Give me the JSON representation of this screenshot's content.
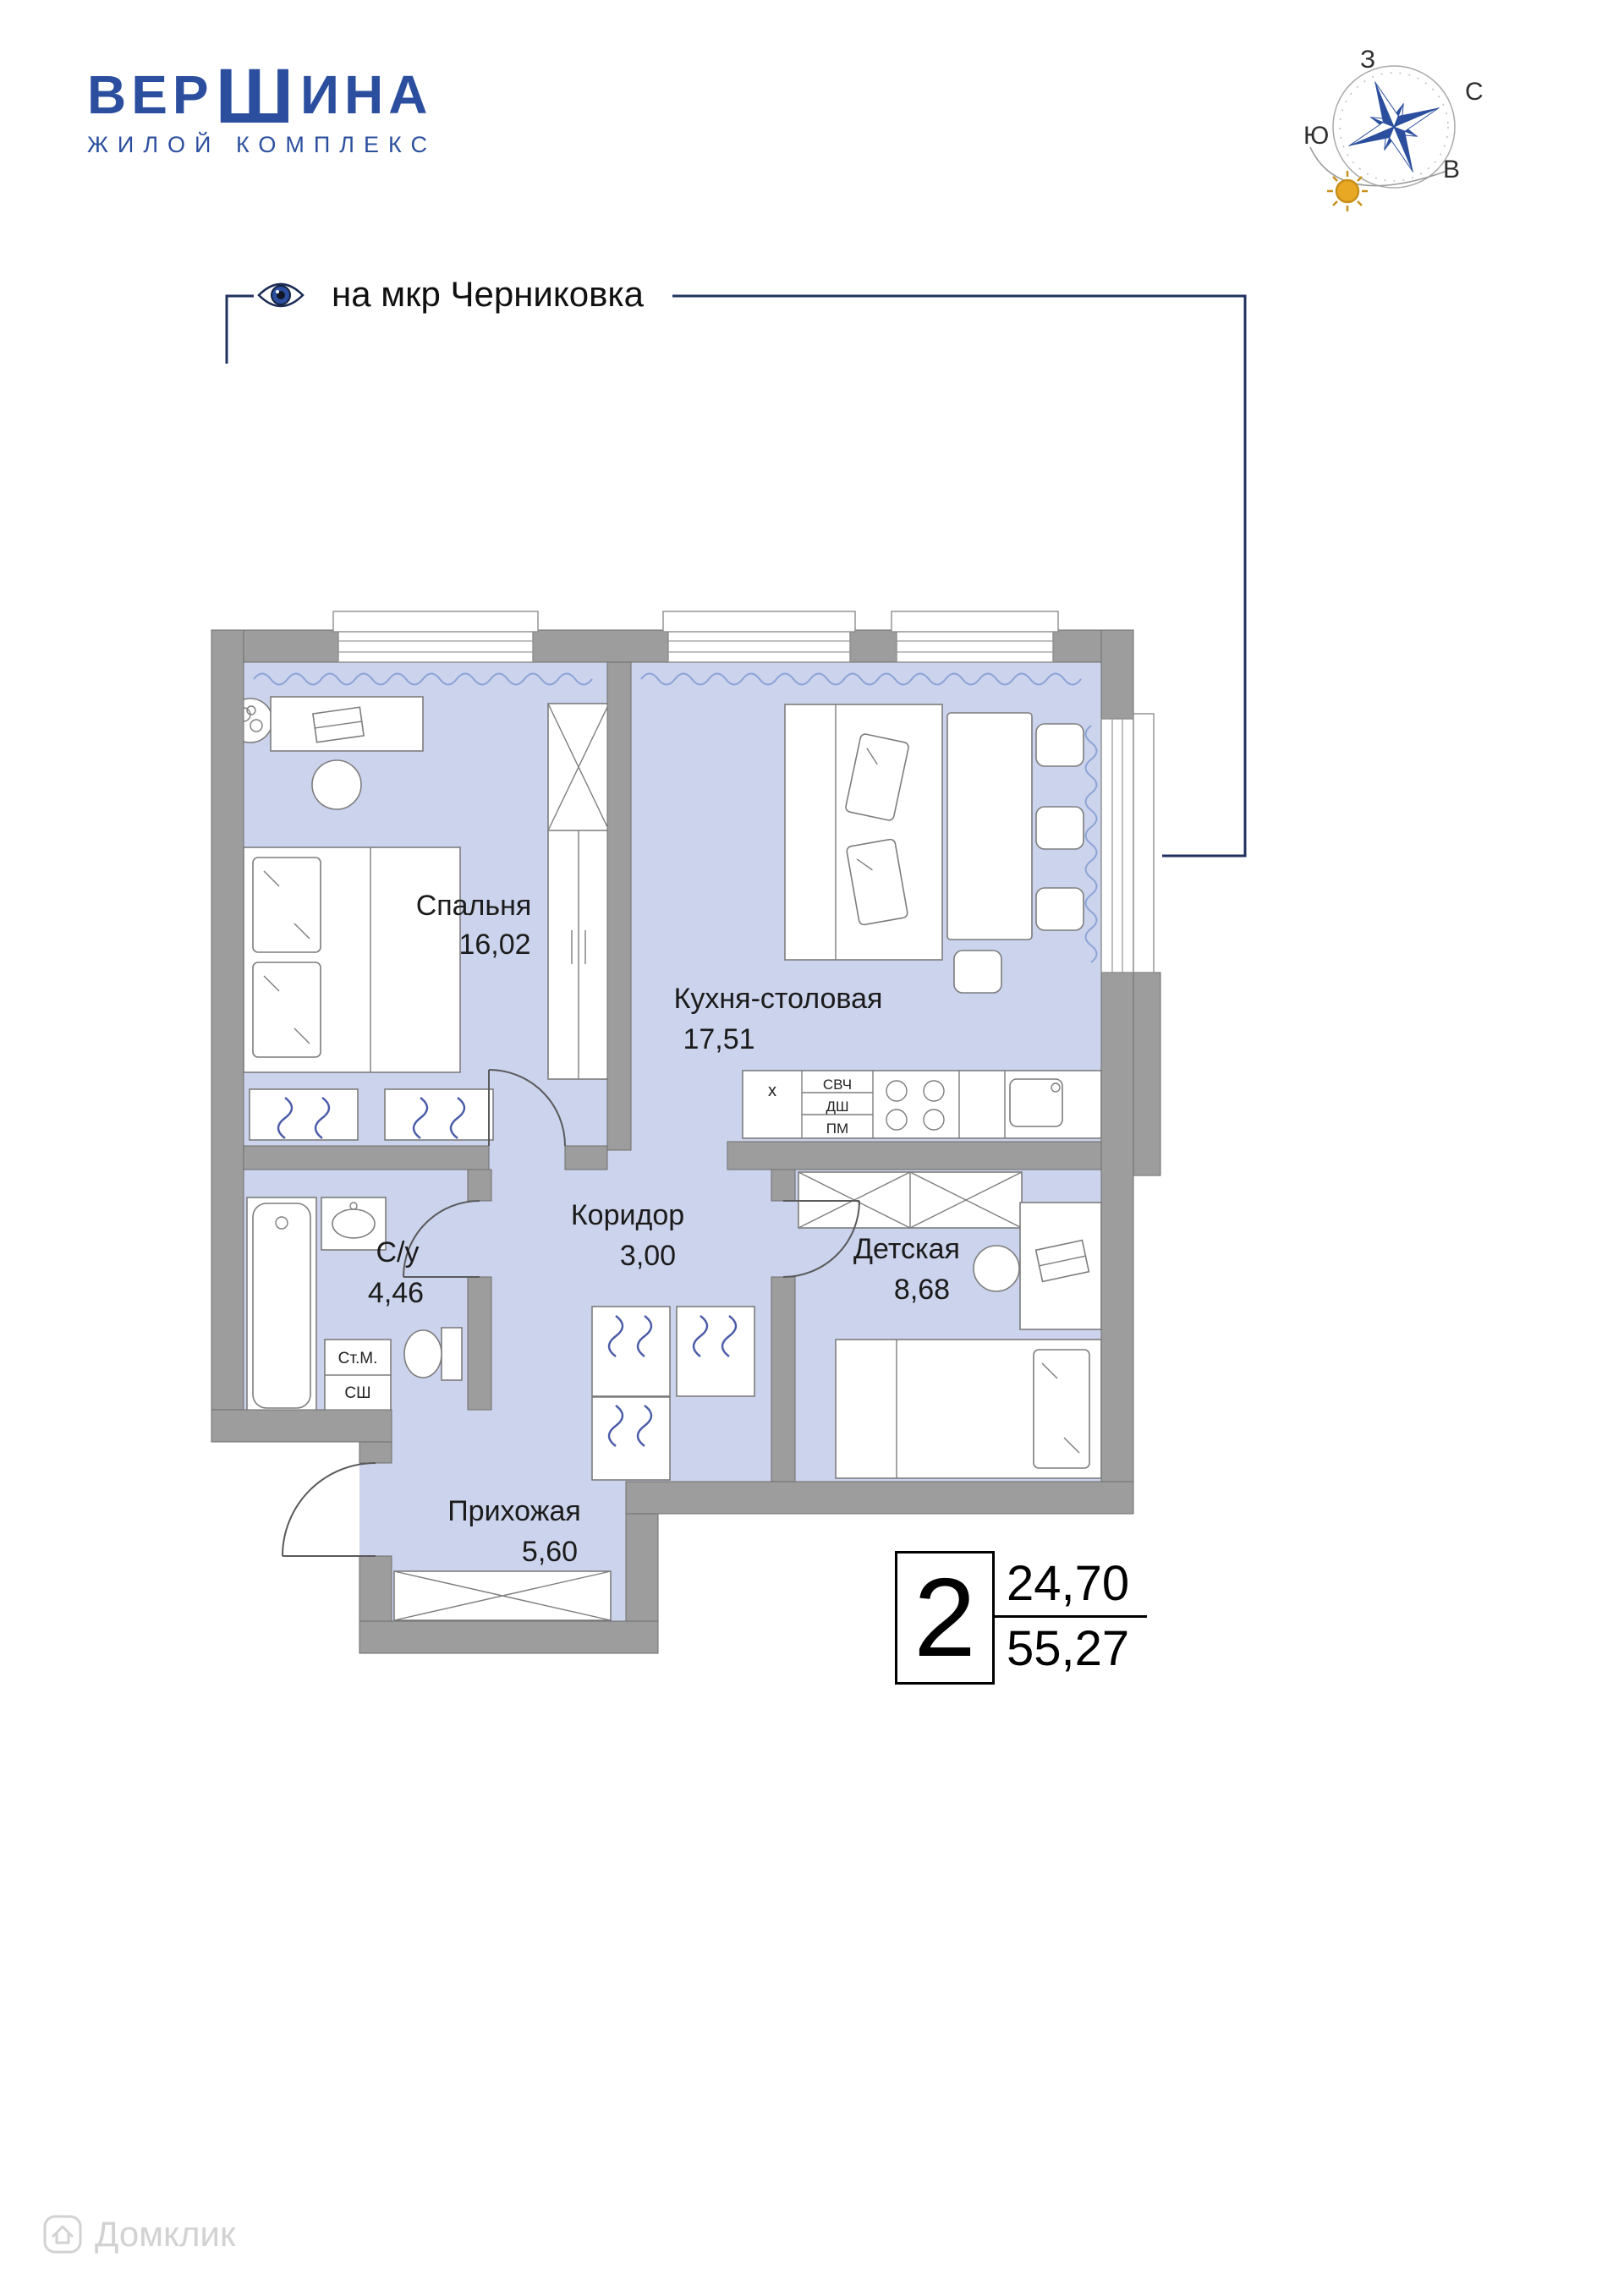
{
  "brand": {
    "name_pre": "ВЕР",
    "name_accent": "Ш",
    "name_post": "ИНА",
    "subtitle": "ЖИЛОЙ КОМПЛЕКС",
    "color": "#2b4f9e"
  },
  "compass": {
    "west": "З",
    "north": "С",
    "south": "Ю",
    "east": "В",
    "star_color": "#2b4f9e",
    "sun_color": "#e9a823"
  },
  "callout": {
    "text": "на мкр Черниковка"
  },
  "rooms": [
    {
      "id": "bedroom",
      "name": "Спальня",
      "area": "16,02"
    },
    {
      "id": "kitchen",
      "name": "Кухня-столовая",
      "area": "17,51"
    },
    {
      "id": "corridor",
      "name": "Коридор",
      "area": "3,00"
    },
    {
      "id": "bathroom",
      "name": "С/у",
      "area": "4,46"
    },
    {
      "id": "kids",
      "name": "Детская",
      "area": "8,68"
    },
    {
      "id": "hall",
      "name": "Прихожая",
      "area": "5,60"
    }
  ],
  "appliances": {
    "fridge": "х",
    "microwave": "СВЧ",
    "dishwasher": "ДШ",
    "washing": "ПМ",
    "washer_short": "Ст.М.",
    "dryer_short": "СШ"
  },
  "apartment": {
    "rooms_count": "2",
    "living_area": "24,70",
    "total_area": "55,27"
  },
  "watermark": "Домклик",
  "palette": {
    "accent": "#2b4f9e",
    "room_fill": "#ccd3ec",
    "wall": "#9d9d9d",
    "curtain": "#8ba3d6",
    "hanger": "#4a5ca8",
    "sun": "#e9a823"
  }
}
